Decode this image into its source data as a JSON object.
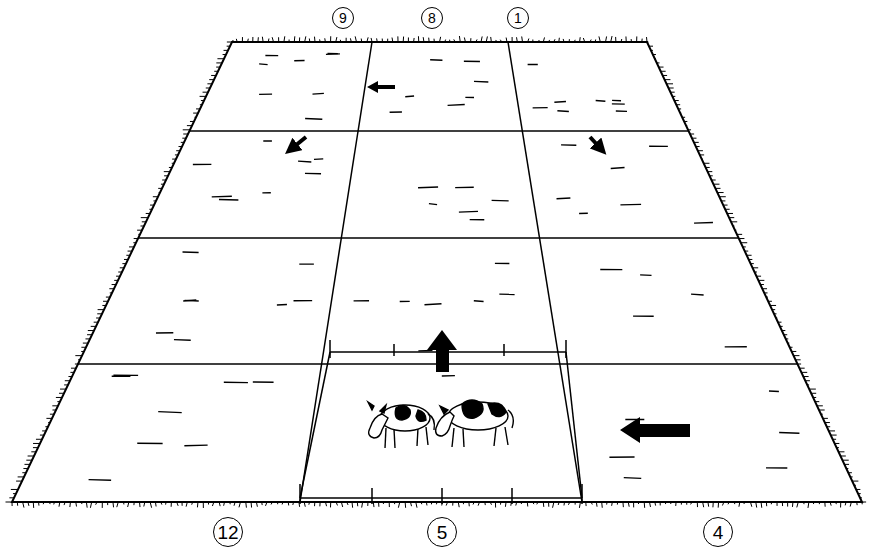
{
  "diagram": {
    "labels": [
      "9",
      "8",
      "1",
      "12",
      "5",
      "4"
    ]
  }
}
